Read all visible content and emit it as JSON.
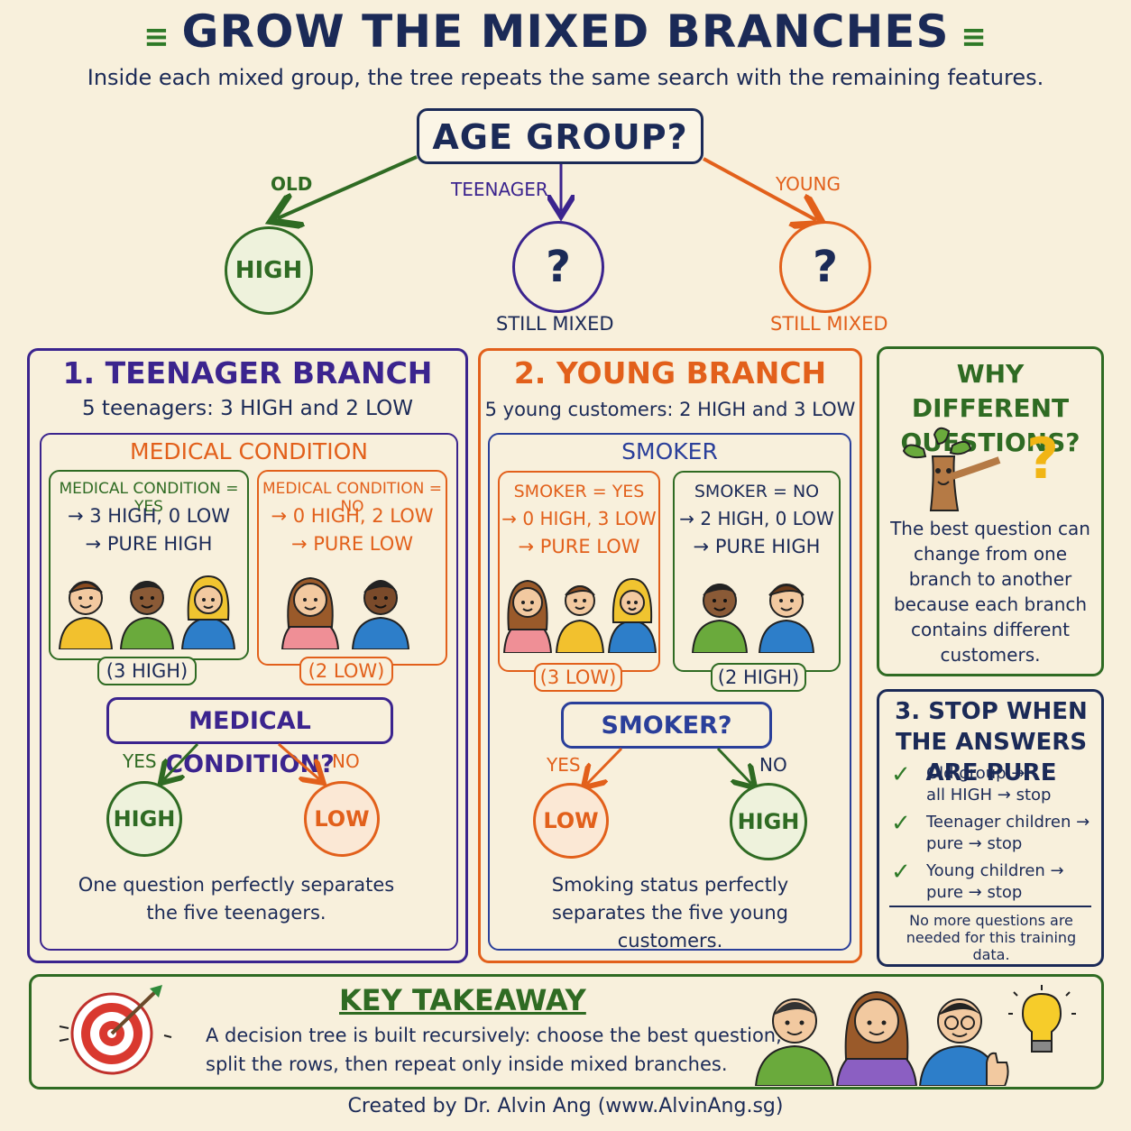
{
  "title": "GROW THE MIXED BRANCHES",
  "subtitle": "Inside each mixed group, the tree repeats the same search with the remaining features.",
  "root": {
    "question": "AGE GROUP?",
    "branches": [
      {
        "label": "OLD",
        "node": "HIGH",
        "note": ""
      },
      {
        "label": "TEENAGER",
        "node": "?",
        "note": "STILL MIXED"
      },
      {
        "label": "YOUNG",
        "node": "?",
        "note": "STILL MIXED"
      }
    ]
  },
  "teen": {
    "title": "1. TEENAGER BRANCH",
    "summary": "5 teenagers: 3 HIGH and 2 LOW",
    "feature": "MEDICAL CONDITION",
    "yes_box": {
      "line1": "MEDICAL CONDITION = YES",
      "line2": "→ 3 HIGH, 0 LOW",
      "line3": "→ PURE HIGH",
      "tag": "(3 HIGH)"
    },
    "no_box": {
      "line1": "MEDICAL CONDITION = NO",
      "line2": "→ 0 HIGH, 2 LOW",
      "line3": "→ PURE LOW",
      "tag": "(2 LOW)"
    },
    "question": "MEDICAL CONDITION?",
    "yes_label": "YES",
    "no_label": "NO",
    "yes_leaf": "HIGH",
    "no_leaf": "LOW",
    "caption": "One question perfectly separates the five teenagers."
  },
  "young": {
    "title": "2. YOUNG BRANCH",
    "summary": "5 young customers: 2 HIGH and 3 LOW",
    "feature": "SMOKER",
    "yes_box": {
      "line1": "SMOKER = YES",
      "line2": "→ 0 HIGH, 3 LOW",
      "line3": "→ PURE LOW",
      "tag": "(3 LOW)"
    },
    "no_box": {
      "line1": "SMOKER = NO",
      "line2": "→ 2 HIGH, 0 LOW",
      "line3": "→ PURE HIGH",
      "tag": "(2 HIGH)"
    },
    "question": "SMOKER?",
    "yes_label": "YES",
    "no_label": "NO",
    "yes_leaf": "LOW",
    "no_leaf": "HIGH",
    "caption": "Smoking status perfectly separates the five young customers."
  },
  "why": {
    "title": "WHY DIFFERENT QUESTIONS?",
    "body": "The best question can change from one branch to another because each branch contains different customers.",
    "mark": "?"
  },
  "stop": {
    "title": "3. STOP WHEN THE ANSWERS ARE PURE",
    "items": [
      {
        "a": "Old group →",
        "b": "all HIGH → stop"
      },
      {
        "a": "Teenager children →",
        "b": "pure → stop"
      },
      {
        "a": "Young children →",
        "b": "pure → stop"
      }
    ],
    "note": "No more questions are needed for this training data."
  },
  "takeaway": {
    "title": "KEY TAKEAWAY",
    "line1": "A decision tree is built recursively: choose the best question,",
    "line2": "split the rows, then repeat only inside mixed branches."
  },
  "credit": "Created by Dr. Alvin Ang (www.AlvinAng.sg)",
  "colors": {
    "background": "#f8f0dc",
    "navy": "#1b2a57",
    "green": "#2f6b23",
    "orange": "#e2601b",
    "purple": "#3b248e"
  }
}
